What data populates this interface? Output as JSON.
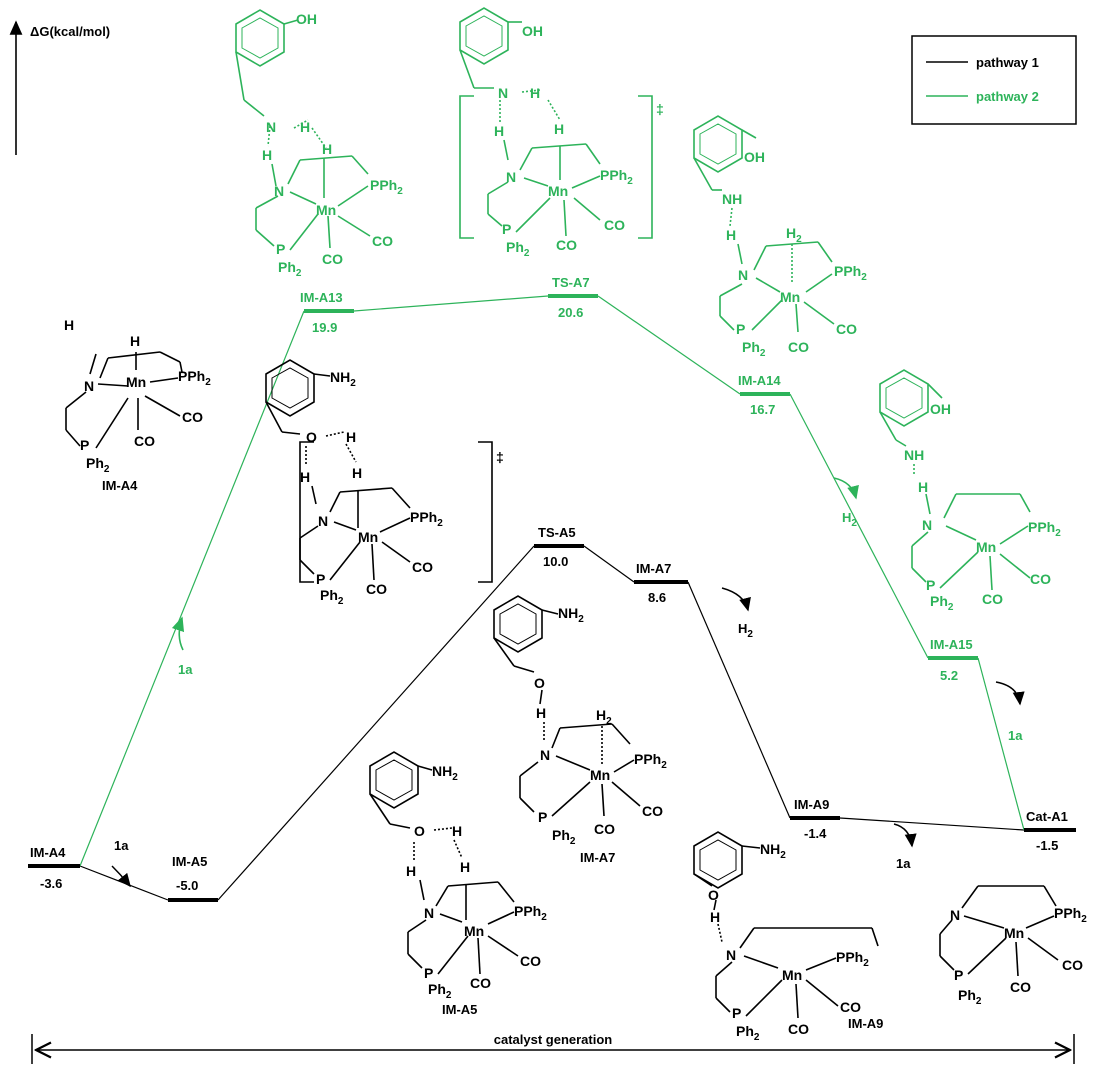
{
  "axis": {
    "ylabel": "ΔG(kcal/mol)"
  },
  "legend": {
    "items": [
      {
        "label": "pathway 1",
        "color": "#000000"
      },
      {
        "label": "pathway 2",
        "color": "#2db35a"
      }
    ]
  },
  "states": [
    {
      "name": "IM-A4",
      "energy": "-3.6"
    },
    {
      "name": "IM-A5",
      "energy": "-5.0"
    },
    {
      "name": "TS-A5",
      "energy": "10.0"
    },
    {
      "name": "IM-A7",
      "energy": "8.6"
    },
    {
      "name": "IM-A9",
      "energy": "-1.4"
    },
    {
      "name": "Cat-A1",
      "energy": "-1.5"
    },
    {
      "name": "IM-A13",
      "energy": "19.9"
    },
    {
      "name": "TS-A7",
      "energy": "20.6"
    },
    {
      "name": "IM-A14",
      "energy": "16.7"
    },
    {
      "name": "IM-A15",
      "energy": "5.2"
    }
  ],
  "reagents": {
    "r1": "1a",
    "r2": "1a",
    "r3": "1a",
    "r4": "1a",
    "h2a": "H",
    "h2b": "H"
  },
  "symbols": {
    "ts1": "‡",
    "ts2": "‡"
  },
  "structure_labels": {
    "im_a4": "IM-A4",
    "im_a5": "IM-A5",
    "im_a7": "IM-A7",
    "im_a9": "IM-A9"
  },
  "atoms": {
    "mn": "Mn",
    "n": "N",
    "p": "P",
    "h": "H",
    "o": "O",
    "oh": "OH",
    "nh": "NH",
    "nh2": "NH",
    "co": "CO",
    "pph": "PPh",
    "ph": "Ph",
    "sub2": "2"
  },
  "footer": {
    "span_label": "catalyst generation"
  }
}
